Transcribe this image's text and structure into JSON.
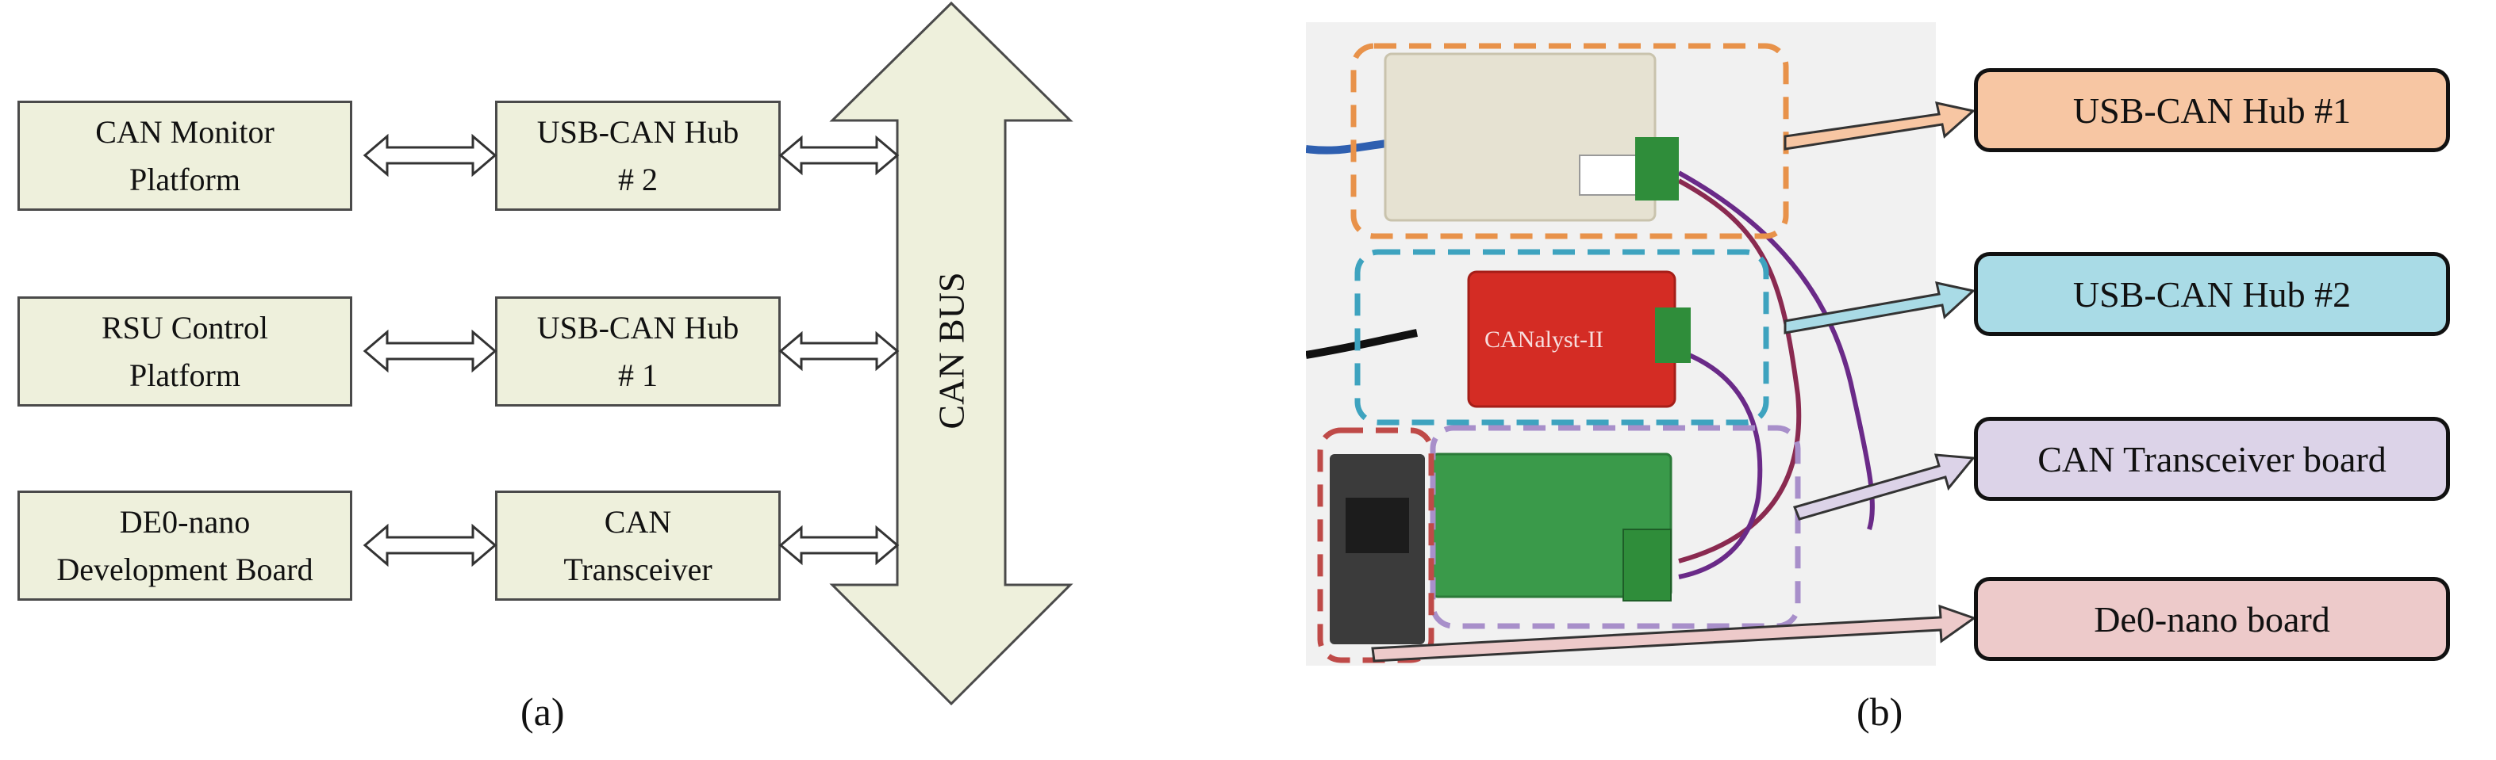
{
  "panel_a": {
    "caption": "(a)",
    "bus_label": "CAN BUS",
    "nodes": [
      {
        "name": "CAN Monitor\nPlatform",
        "hub": "USB-CAN Hub\n# 2"
      },
      {
        "name": "RSU Control\nPlatform",
        "hub": "USB-CAN Hub\n# 1"
      },
      {
        "name": "DE0-nano\nDevelopment Board",
        "hub": "CAN\nTransceiver"
      }
    ]
  },
  "panel_b": {
    "caption": "(b)",
    "device_label": "CANalyst-II",
    "callouts": [
      {
        "label": "USB-CAN Hub #1",
        "fill": "#f7c6a3",
        "outline": "#e8924a"
      },
      {
        "label": "USB-CAN Hub #2",
        "fill": "#a9dbe6",
        "outline": "#3ea3bf"
      },
      {
        "label": "CAN Transceiver board",
        "fill": "#dcd3e8",
        "outline": "#a88fca"
      },
      {
        "label": "De0-nano board",
        "fill": "#edcaca",
        "outline": "#bf4a48"
      }
    ]
  }
}
